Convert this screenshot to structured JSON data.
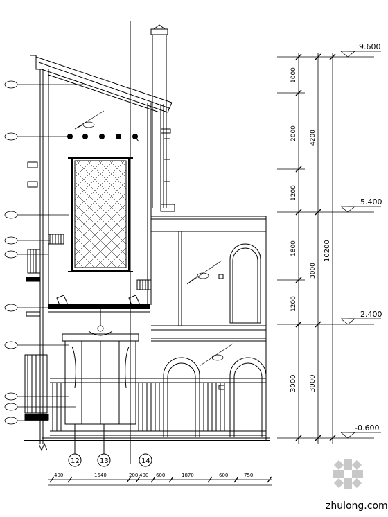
{
  "levels": [
    {
      "label": "9.600"
    },
    {
      "label": "5.400"
    },
    {
      "label": "2.400"
    },
    {
      "label": "-0.600"
    }
  ],
  "vertical_dims_inner": [
    "1000",
    "2000",
    "1200",
    "1800",
    "1200",
    "3000"
  ],
  "vertical_dims_mid": [
    "4200",
    "3000",
    "3000"
  ],
  "vertical_dims_total": [
    "10200"
  ],
  "axis_markers": [
    "12",
    "13",
    "14"
  ],
  "horizontal_dims": [
    "400",
    "1540",
    "200",
    "400",
    "600",
    "1870",
    "600",
    "750"
  ],
  "watermark": {
    "text": "zhulong.com"
  },
  "colors": {
    "line": "#000000",
    "watermark": "#9a9a9a"
  }
}
